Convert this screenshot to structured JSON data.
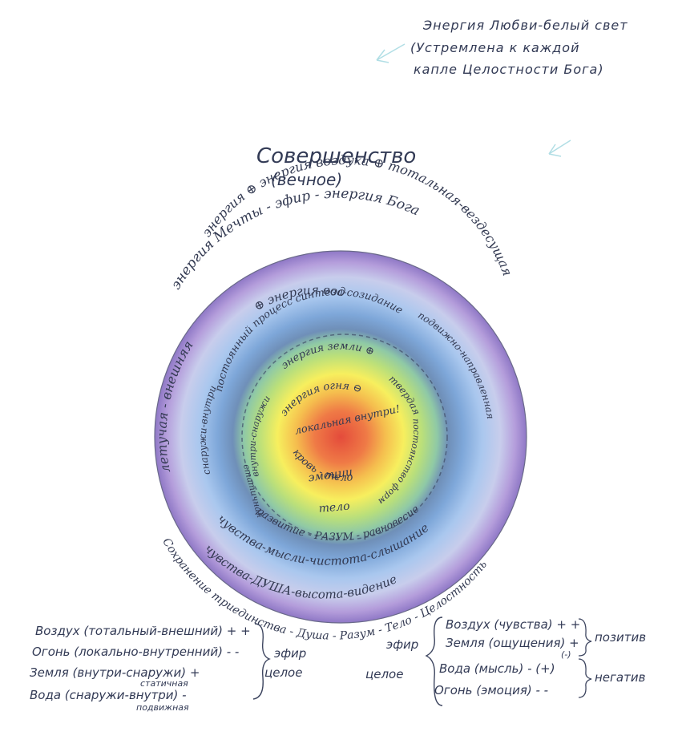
{
  "top_note": {
    "line1": "Энергия Любви-белый свет",
    "line2": "(Устремлена к каждой",
    "line3": "капле Целостности Бога)"
  },
  "title": {
    "main": "Совершенство",
    "sub": "(вечное)"
  },
  "rings": {
    "outer_top": "энергия Мечты - эфир - энергия Бога",
    "air_top": "энергия ⊕ энергия воздуха ⊕ тотальная-вездесущая",
    "air_left": "летучая - внешняя",
    "water_top": "⊕ энергия воды",
    "water_left": "снаружи-внутри",
    "water_right": "подвижно-направленная",
    "green_top": "постоянный процесс синтеза-созидание",
    "earth_top": "энергия земли ⊕",
    "earth_left": "внутри-снаружи",
    "earth_right": "твердая",
    "fire_top": "энергия огня ⊖",
    "fire_center": "локальная внутри!",
    "fire_bottom": "кровь - тело",
    "emotions": "эмоции",
    "body": "тело",
    "constant": "постоянство формы-ощущения",
    "static": "статичная",
    "reason": "развитие - РАЗУМ - равновесие",
    "thoughts": "чувства-мысли-чистота-слышание",
    "soul": "чувства-ДУША-высота-видение",
    "bottom_arc": "Сохранение триединства - Душа - Разум - Тело - Целостность"
  },
  "legend_left": {
    "rows": [
      "Воздух (тотальный-внешний) + +",
      "Огонь (локально-внутренний) - -",
      "Земля (внутри-снаружи) +",
      "Вода (снаружи-внутри) -"
    ],
    "sub_static": "статичная",
    "sub_moving": "подвижная",
    "bracket_label1": "эфир",
    "bracket_label2": "целое"
  },
  "legend_right": {
    "label_ether": "эфир",
    "label_whole": "целое",
    "rows": [
      "Воздух (чувства) + +",
      "Земля (ощущения) +",
      "(-)",
      "Вода (мысль) - (+)",
      "Огонь (эмоция) - -"
    ],
    "positive": "позитив",
    "negative": "негатив"
  },
  "colors": {
    "violet": "#b9a6e0",
    "blue": "#8fb6e6",
    "darkblue": "#6f8fbf",
    "green": "#a9d98a",
    "yellow": "#f7ef5e",
    "orange": "#f3a44a",
    "red": "#e8533f"
  }
}
